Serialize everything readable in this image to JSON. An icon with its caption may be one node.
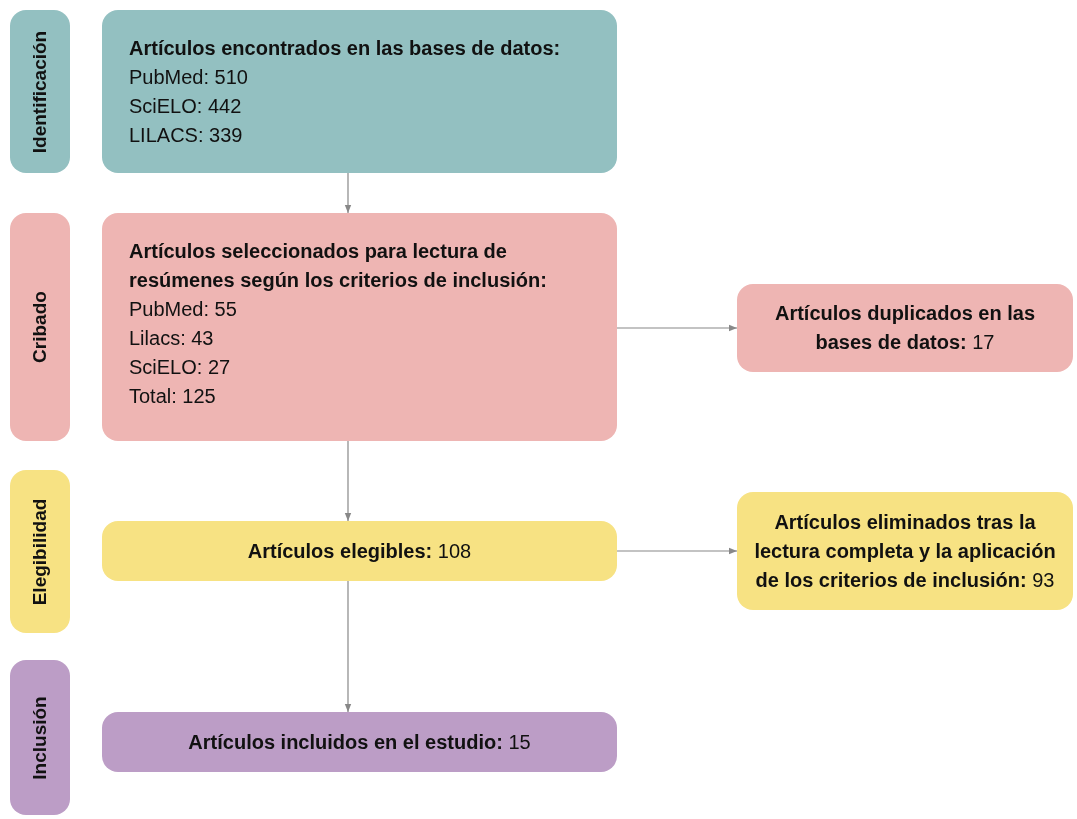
{
  "diagram": {
    "nodes": [
      {
        "text": [
          "Identificación"
        ]
      },
      {
        "text": [
          "Artículos encontrados en las bases de datos:",
          "PubMed: 510",
          "SciELO: 442",
          "LILACS: 339"
        ]
      },
      {
        "text": [
          "Cribado"
        ]
      },
      {
        "text": [
          "Artículos seleccionados para lectura de resúmenes según los criterios de inclusión:",
          "PubMed: 55",
          "Lilacs: 43",
          "SciELO: 27",
          "Total: 125"
        ]
      },
      {
        "text": [
          "**Artículos duplicados en las bases de datos:** 17"
        ]
      },
      {
        "text": [
          "Elegibilidad"
        ]
      },
      {
        "text": [
          "**Artículos elegibles:** 108"
        ]
      },
      {
        "text": [
          "**Artículos eliminados tras la lectura completa y la aplicación de los criterios de inclusión:** 93"
        ]
      },
      {
        "text": [
          "Inclusión"
        ]
      },
      {
        "text": [
          "**Artículos incluidos en el estudio:** 15"
        ]
      }
    ],
    "edges": [
      {
        "from": 1,
        "to": 3,
        "arrow": "to"
      },
      {
        "from": 3,
        "to": 4,
        "arrow": "to"
      },
      {
        "from": 3,
        "to": 6,
        "arrow": "to"
      },
      {
        "from": 6,
        "to": 7,
        "arrow": "to"
      },
      {
        "from": 6,
        "to": 9,
        "arrow": "to"
      }
    ]
  }
}
